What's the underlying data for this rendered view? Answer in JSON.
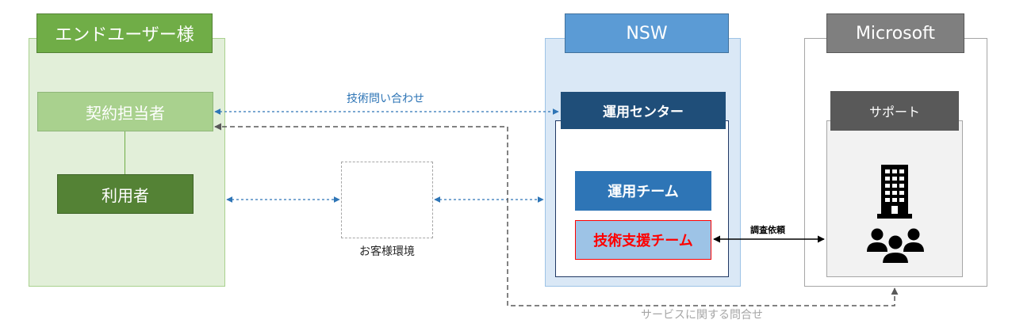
{
  "end_user": {
    "title": "エンドユーザー様",
    "contract_person": "契約担当者",
    "user": "利用者"
  },
  "customer_environment": {
    "label": "お客様環境"
  },
  "nsw": {
    "title": "NSW",
    "operations_center": "運用センター",
    "operations_team": "運用チーム",
    "technical_support_team": "技術支援チーム"
  },
  "microsoft": {
    "title": "Microsoft",
    "support": "サポート",
    "icons": [
      "building-icon",
      "users-group-icon"
    ]
  },
  "connections": {
    "technical_inquiry": "技術問い合わせ",
    "investigation_request": "調査依頼",
    "service_inquiry": "サービスに関する問合せ"
  },
  "colors": {
    "end_user_green": "#70ad47",
    "nsw_blue": "#5b9bd5",
    "nsw_navy": "#1f4e79",
    "ms_gray": "#7f7f7f",
    "link_blue": "#2e75b6",
    "alert_red": "#ff0000",
    "dashed_gray": "#595959"
  }
}
